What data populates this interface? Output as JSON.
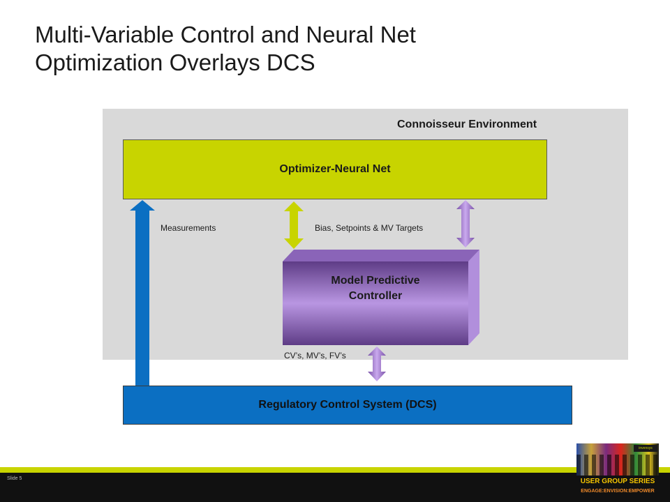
{
  "title": {
    "line1": "Multi-Variable Control and Neural Net",
    "line2": "Optimization Overlays DCS"
  },
  "diagram": {
    "environment_label": "Connoisseur Environment",
    "optimizer_label": "Optimizer-Neural Net",
    "mpc_line1": "Model Predictive",
    "mpc_line2": "Controller",
    "dcs_label": "Regulatory Control System (DCS)",
    "measurements_label": "Measurements",
    "bias_label": "Bias, Setpoints & MV Targets",
    "cv_label": "CV’s, MV’s, FV’s"
  },
  "colors": {
    "lime": "#c8d400",
    "blue": "#0b6fc2",
    "purple": "#9b6fc4",
    "gray_bg": "#d9d9d9"
  },
  "footer": {
    "slide_number": "Slide 5",
    "logo_brand": "invensys",
    "logo_series": "USER GROUP SERIES",
    "logo_tagline": "ENGAGE:ENVISION:EMPOWER"
  }
}
